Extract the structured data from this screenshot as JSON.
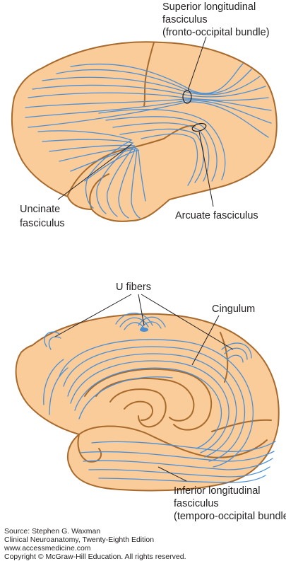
{
  "top_diagram": {
    "labels": {
      "superior_line1": "Superior longitudinal",
      "superior_line2": "fasciculus",
      "superior_line3": "(fronto-occipital bundle)",
      "uncinate_line1": "Uncinate",
      "uncinate_line2": "fasciculus",
      "arcuate": "Arcuate fasciculus"
    }
  },
  "bottom_diagram": {
    "labels": {
      "u_fibers": "U fibers",
      "cingulum": "Cingulum",
      "inferior_line1": "Inferior longitudinal",
      "inferior_line2": "fasciculus",
      "inferior_line3": "(temporo-occipital bundle)"
    }
  },
  "source": {
    "line1": "Source: Stephen G. Waxman",
    "line2": "Clinical Neuroanatomy, Twenty-Eighth Edition",
    "line3": "www.accessmedicine.com",
    "line4": "Copyright © McGraw-Hill Education. All rights reserved."
  },
  "colors": {
    "brain_fill": "#f9cc9a",
    "brain_outline": "#a86a2c",
    "fiber": "#4a8fd6"
  }
}
